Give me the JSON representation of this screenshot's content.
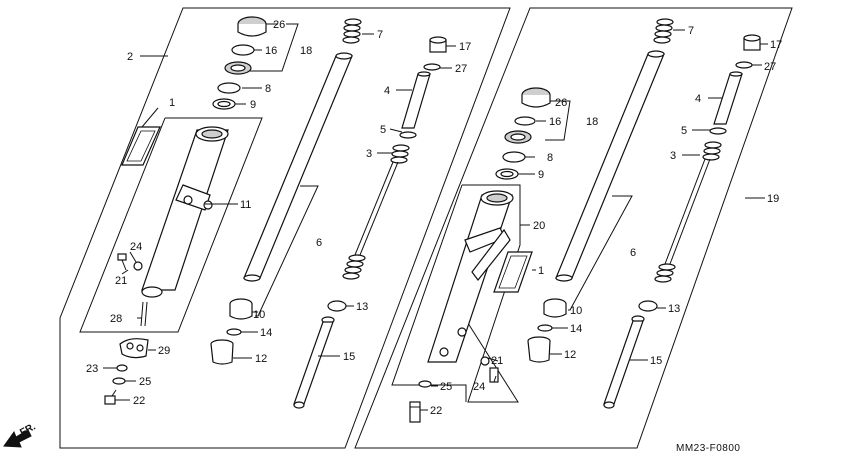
{
  "diagram": {
    "drawing_code": "MM23-F0800",
    "direction_label": "FR.",
    "left_panel": {
      "labels": {
        "p1": "1",
        "p2": "2",
        "p3": "3",
        "p4": "4",
        "p5": "5",
        "p6": "6",
        "p7": "7",
        "p8": "8",
        "p9": "9",
        "p10": "10",
        "p11": "11",
        "p12": "12",
        "p13": "13",
        "p14": "14",
        "p15": "15",
        "p16": "16",
        "p17": "17",
        "p18": "18",
        "p21": "21",
        "p22": "22",
        "p23": "23",
        "p24": "24",
        "p25": "25",
        "p26": "26",
        "p27": "27",
        "p28": "28",
        "p29": "29"
      }
    },
    "right_panel": {
      "labels": {
        "p1": "1",
        "p3": "3",
        "p4": "4",
        "p5": "5",
        "p6": "6",
        "p7": "7",
        "p8": "8",
        "p9": "9",
        "p10": "10",
        "p12": "12",
        "p13": "13",
        "p14": "14",
        "p15": "15",
        "p16": "16",
        "p17": "17",
        "p18": "18",
        "p19": "19",
        "p20": "20",
        "p21": "21",
        "p22": "22",
        "p24": "24",
        "p25": "25",
        "p26": "26",
        "p27": "27"
      }
    }
  }
}
